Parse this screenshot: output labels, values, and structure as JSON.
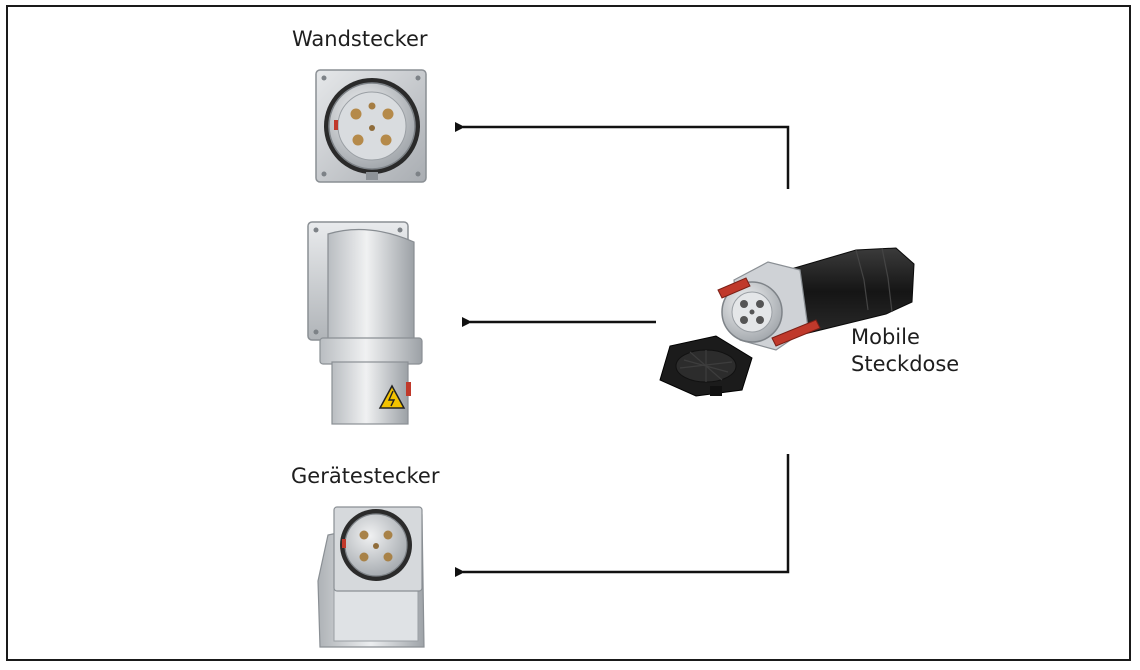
{
  "labels": {
    "wall_plug": "Wandstecker",
    "device_plug": "Gerätestecker",
    "mobile_socket_line1": "Mobile",
    "mobile_socket_line2": "Steckdose"
  },
  "colors": {
    "arrow": "#111111",
    "frame": "#1a1a1a",
    "metal": "#c9ccd0",
    "rubber_black": "#1c1c1c",
    "latch_red": "#c0392b"
  },
  "icons": {
    "wall_plug": "wall-mounted-plug-icon",
    "wall_inlet": "angled-wall-inlet-icon",
    "device_plug": "appliance-inlet-icon",
    "mobile_socket": "mobile-socket-icon"
  }
}
